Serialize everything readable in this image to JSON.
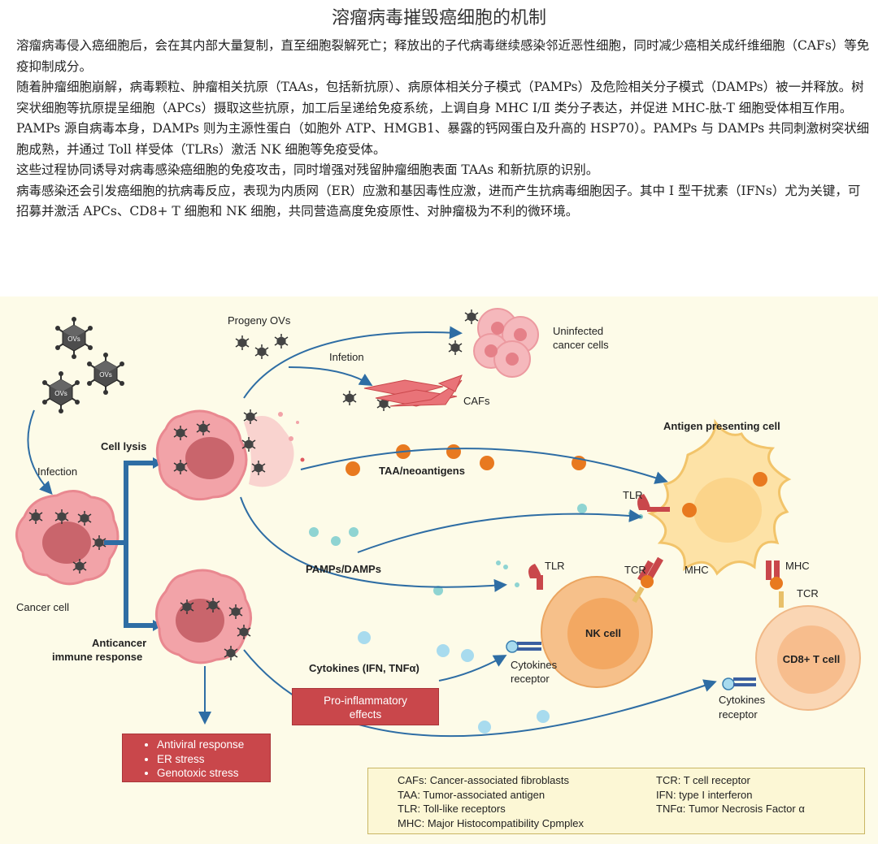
{
  "title": "溶瘤病毒摧毁癌细胞的机制",
  "paragraphs": [
    "溶瘤病毒侵入癌细胞后，会在其内部大量复制，直至细胞裂解死亡；释放出的子代病毒继续感染邻近恶性细胞，同时减少癌相关成纤维细胞（CAFs）等免疫抑制成分。",
    "随着肿瘤细胞崩解，病毒颗粒、肿瘤相关抗原（TAAs，包括新抗原）、病原体相关分子模式（PAMPs）及危险相关分子模式（DAMPs）被一并释放。树突状细胞等抗原提呈细胞（APCs）摄取这些抗原，加工后呈递给免疫系统，上调自身 MHC Ⅰ/Ⅱ 类分子表达，并促进 MHC-肽-T 细胞受体相互作用。",
    "PAMPs 源自病毒本身，DAMPs 则为主源性蛋白（如胞外 ATP、HMGB1、暴露的钙网蛋白及升高的 HSP70）。PAMPs 与 DAMPs 共同刺激树突状细胞成熟，并通过 Toll 样受体（TLRs）激活 NK 细胞等免疫受体。",
    "这些过程协同诱导对病毒感染癌细胞的免疫攻击，同时增强对残留肿瘤细胞表面 TAAs 和新抗原的识别。",
    "病毒感染还会引发癌细胞的抗病毒反应，表现为内质网（ER）应激和基因毒性应激，进而产生抗病毒细胞因子。其中 Ⅰ 型干扰素（IFNs）尤为关键，可招募并激活 APCs、CD8+ T 细胞和 NK 细胞，共同营造高度免疫原性、对肿瘤极为不利的微环境。"
  ],
  "diagram": {
    "virus_label": "OVs",
    "progeny_ovs": "Progeny OVs",
    "uninfected_1": "Uninfected",
    "uninfected_2": "cancer cells",
    "infetion": "Infetion",
    "cafs": "CAFs",
    "infection": "Infection",
    "cell_lysis": "Cell lysis",
    "cancer_cell": "Cancer cell",
    "taa_neoantigens": "TAA/neoantigens",
    "apc": "Antigen presenting cell",
    "tlr_1": "TLR",
    "tlr_2": "TLR",
    "pamps_damps": "PAMPs/DAMPs",
    "tcr_1": "TCR",
    "mhc_1": "MHC",
    "mhc_2": "MHC",
    "tcr_2": "TCR",
    "anticancer_1": "Anticancer",
    "anticancer_2": "immune response",
    "nk_cell": "NK cell",
    "cd8_cell": "CD8+ T cell",
    "cytokines": "Cytokines (IFN, TNFα)",
    "cyto_rec_1a": "Cytokines",
    "cyto_rec_1b": "receptor",
    "cyto_rec_2a": "Cytokines",
    "cyto_rec_2b": "receptor",
    "pro_inflam_1": "Pro-inflammatory",
    "pro_inflam_2": "effects",
    "responses": [
      "Antiviral response",
      "ER stress",
      "Genotoxic stress"
    ]
  },
  "legend": {
    "col1": [
      "CAFs: Cancer-associated fibroblasts",
      "TAA: Tumor-associated antigen",
      "TLR: Toll-like receptors",
      "MHC: Major Histocompatibility Cpmplex"
    ],
    "col2": [
      "TCR: T cell receptor",
      "IFN: type I interferon",
      "TNFα: Tumor Necrosis Factor α"
    ]
  },
  "colors": {
    "panel_bg": "#fdfbe8",
    "cancer_cell": "#f2a3a8",
    "arrow_blue": "#2e6da4",
    "antigen_orange": "#e8791f",
    "immune_cell": "#f6c08a",
    "red_box": "#c9474b"
  }
}
